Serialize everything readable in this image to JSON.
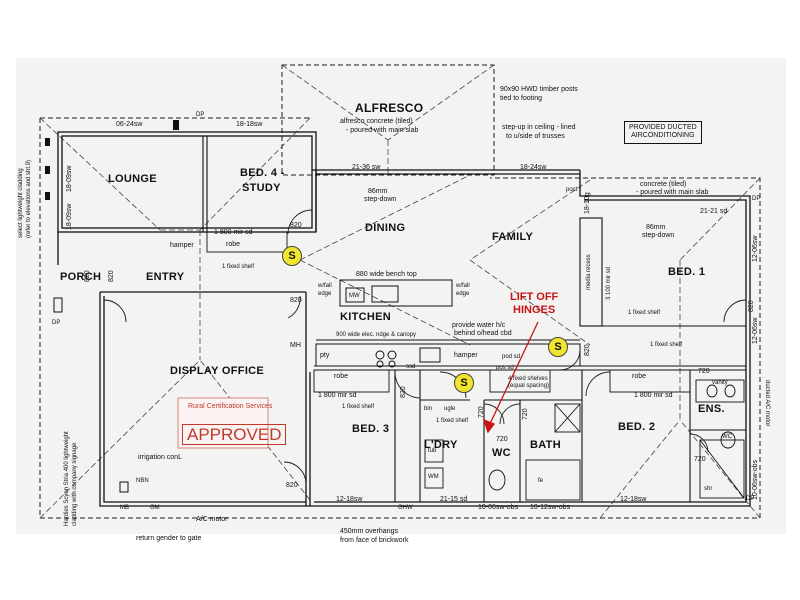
{
  "rooms": {
    "alfresco": "ALFRESCO",
    "lounge": "LOUNGE",
    "bed4": "BED. 4 -",
    "study": "STUDY",
    "dining": "DINING",
    "family": "FAMILY",
    "bed1": "BED. 1",
    "porch": "PORCH",
    "entry": "ENTRY",
    "kitchen": "KITCHEN",
    "display_office": "DISPLAY OFFICE",
    "bed3": "BED. 3",
    "ldry": "L'DRY",
    "wc": "WC",
    "bath": "BATH",
    "bed2": "BED. 2",
    "ens": "ENS."
  },
  "notes": {
    "alfresco_slab": "alfresco concrete (tiled)",
    "alfresco_slab2": "- poured with main slab",
    "posts": "90x90 HWD timber posts",
    "posts2": "tied to footing",
    "stepup": "step-up in ceiling - lined",
    "stepup2": "to u/side of trusses",
    "ducted": "PROVIDED DUCTED",
    "ducted2": "AIRCONDITIONING",
    "concrete_tiled": "concrete (tiled)",
    "concrete_tiled2": "- poured with main slab",
    "lightweight": "select lightweight cladding",
    "lightweight2": "(refer to elevations and sht.9)",
    "step_down_dining": "86mm",
    "step_down_dining2": "step-down",
    "step_down_bed1": "86mm",
    "step_down_bed1b": "step-down",
    "bench": "880 wide bench top",
    "wfall_left": "w/fall",
    "wfall_left2": "edge",
    "wfall_right": "w/fall",
    "wfall_right2": "edge",
    "kitchen_row": "900 wide elec. ndge & canopy",
    "water": "provide water h/c",
    "water2": "behind o/head cbd",
    "hamper1": "hamper",
    "hamper2": "hamper",
    "fixed_shelf1": "1 fixed shelf",
    "fixed_shelf_bed3": "1 fixed shelf",
    "fixed_shelf_bed3b": "1 fixed shelf",
    "fixed_shelf_bed1": "1 fixed shelf",
    "fixed_shelf_bed2": "1 fixed shelf",
    "four_shelves": "4 fixed shelves",
    "four_shelves2": "(equal spacing)",
    "robe_bed4": "robe",
    "robe_bed3": "robe",
    "robe_bed2": "robe",
    "mirsd_bed4": "1 800 mir sd",
    "mirsd_bed3": "1 800 mir sd",
    "mirsd_bed1": "3 100 mir sd",
    "mirsd_bed2": "1 800 mir sd",
    "media_recess": "media recess",
    "irrigation": "irrigation conL",
    "overhang": "450mm overhangs",
    "overhang2": "from face of brickwork",
    "return_gender": "return gender to gate",
    "hardies": "Hardies Scyon Stria 400 lightweight",
    "hardies2": "cladding with company signage",
    "ducted_motor": "ducted A/C motor",
    "ac_motor": "A/C motor",
    "pty": "pty",
    "mh": "MH",
    "mw": "MW",
    "poslsd": "pos sd",
    "pod_sd": "pod sd",
    "ssd": "ssd",
    "dp1": "DP",
    "dp2": "DP",
    "dp3": "DP",
    "dp4": "DP",
    "post": "post",
    "nbn": "NBN",
    "mb": "MB",
    "gm": "GM",
    "ghw": "GHW",
    "wm": "WM",
    "tub": "tub",
    "bin": "bin",
    "lgle": "ugle",
    "wc2": "WC",
    "fe": "fe",
    "shr": "shr",
    "vanity": "vanity"
  },
  "dims": {
    "top1": "06-24sw",
    "top2": "18-18sw",
    "alfresco_w": "21-36 sw",
    "family_top": "18-24sw",
    "bed1_top": "21-21 sd",
    "left1": "18-09sw",
    "left2": "18-09sw",
    "right1": "12-06sw",
    "right2": "12-06sw",
    "bed1_side": "18-10g",
    "d820_bed4": "820",
    "d820_entry": "820",
    "d820_porch": "820",
    "d820_dining": "820",
    "d820_office": "820",
    "d820_bed3": "820",
    "d820_bed2": "820",
    "d820_right": "820",
    "d720_ldry": "720",
    "d720_wc": "720",
    "d720_bath": "720",
    "d720_ens": "720",
    "d720_ens2": "720",
    "bottom1": "12-18sw",
    "bottom2": "21-15 sd",
    "bottom3": "10-06sw-obs",
    "bottom4": "10-12sw-obs",
    "bottom5": "12-18sw",
    "bottom_right": "10-06sw-obs"
  },
  "callout": {
    "line1": "LIFT OFF",
    "line2": "HINGES"
  },
  "stamp": {
    "small": "Rural Certification Services",
    "big": "APPROVED"
  },
  "markers": {
    "s1": "S",
    "s2": "S",
    "s3": "S"
  }
}
